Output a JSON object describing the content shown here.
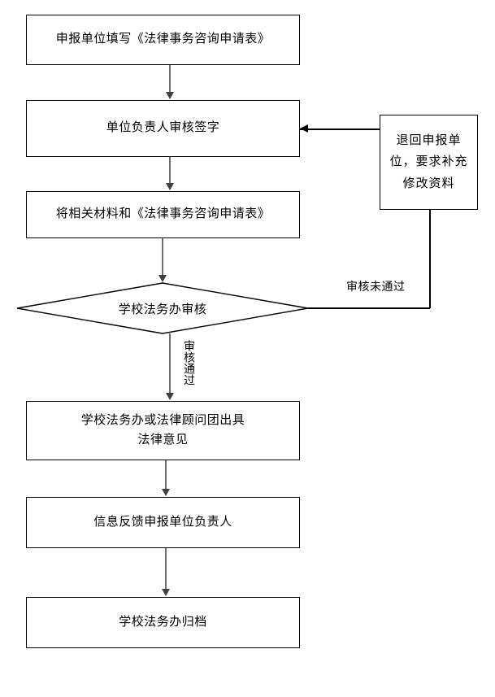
{
  "diagram": {
    "type": "flowchart",
    "orientation": "top-to-bottom",
    "stroke_color": "#000000",
    "connector_color": "#6e6e6e",
    "background_color": "#ffffff",
    "nodes": [
      {
        "id": "apply",
        "shape": "rectangle",
        "label": "申报单位填写《法律事务咨询申请表》"
      },
      {
        "id": "sign",
        "shape": "rectangle",
        "label": "单位负责人审核签字"
      },
      {
        "id": "submit",
        "shape": "rectangle",
        "label": "将相关材料和《法律事务咨询申请表》"
      },
      {
        "id": "review",
        "shape": "diamond",
        "label": "学校法务办审核"
      },
      {
        "id": "opinion",
        "shape": "rectangle",
        "label": "学校法务办或法律顾问团出具\n法律意见"
      },
      {
        "id": "feedback",
        "shape": "rectangle",
        "label": "信息反馈申报单位负责人"
      },
      {
        "id": "archive",
        "shape": "rectangle",
        "label": "学校法务办归档"
      },
      {
        "id": "return",
        "shape": "rectangle",
        "label": "退回申报单位，要求补充修改资料"
      }
    ],
    "edges": [
      {
        "from": "apply",
        "to": "sign",
        "label": ""
      },
      {
        "from": "sign",
        "to": "submit",
        "label": ""
      },
      {
        "from": "submit",
        "to": "review",
        "label": ""
      },
      {
        "from": "review",
        "to": "return",
        "label": "审核未通过",
        "label_orientation": "horizontal"
      },
      {
        "from": "return",
        "to": "sign",
        "label": ""
      },
      {
        "from": "review",
        "to": "opinion",
        "label": "审核通过",
        "label_orientation": "vertical"
      },
      {
        "from": "opinion",
        "to": "feedback",
        "label": ""
      },
      {
        "from": "feedback",
        "to": "archive",
        "label": ""
      }
    ],
    "labels": {
      "reject": "审核未通过",
      "pass": "审核通过"
    }
  }
}
